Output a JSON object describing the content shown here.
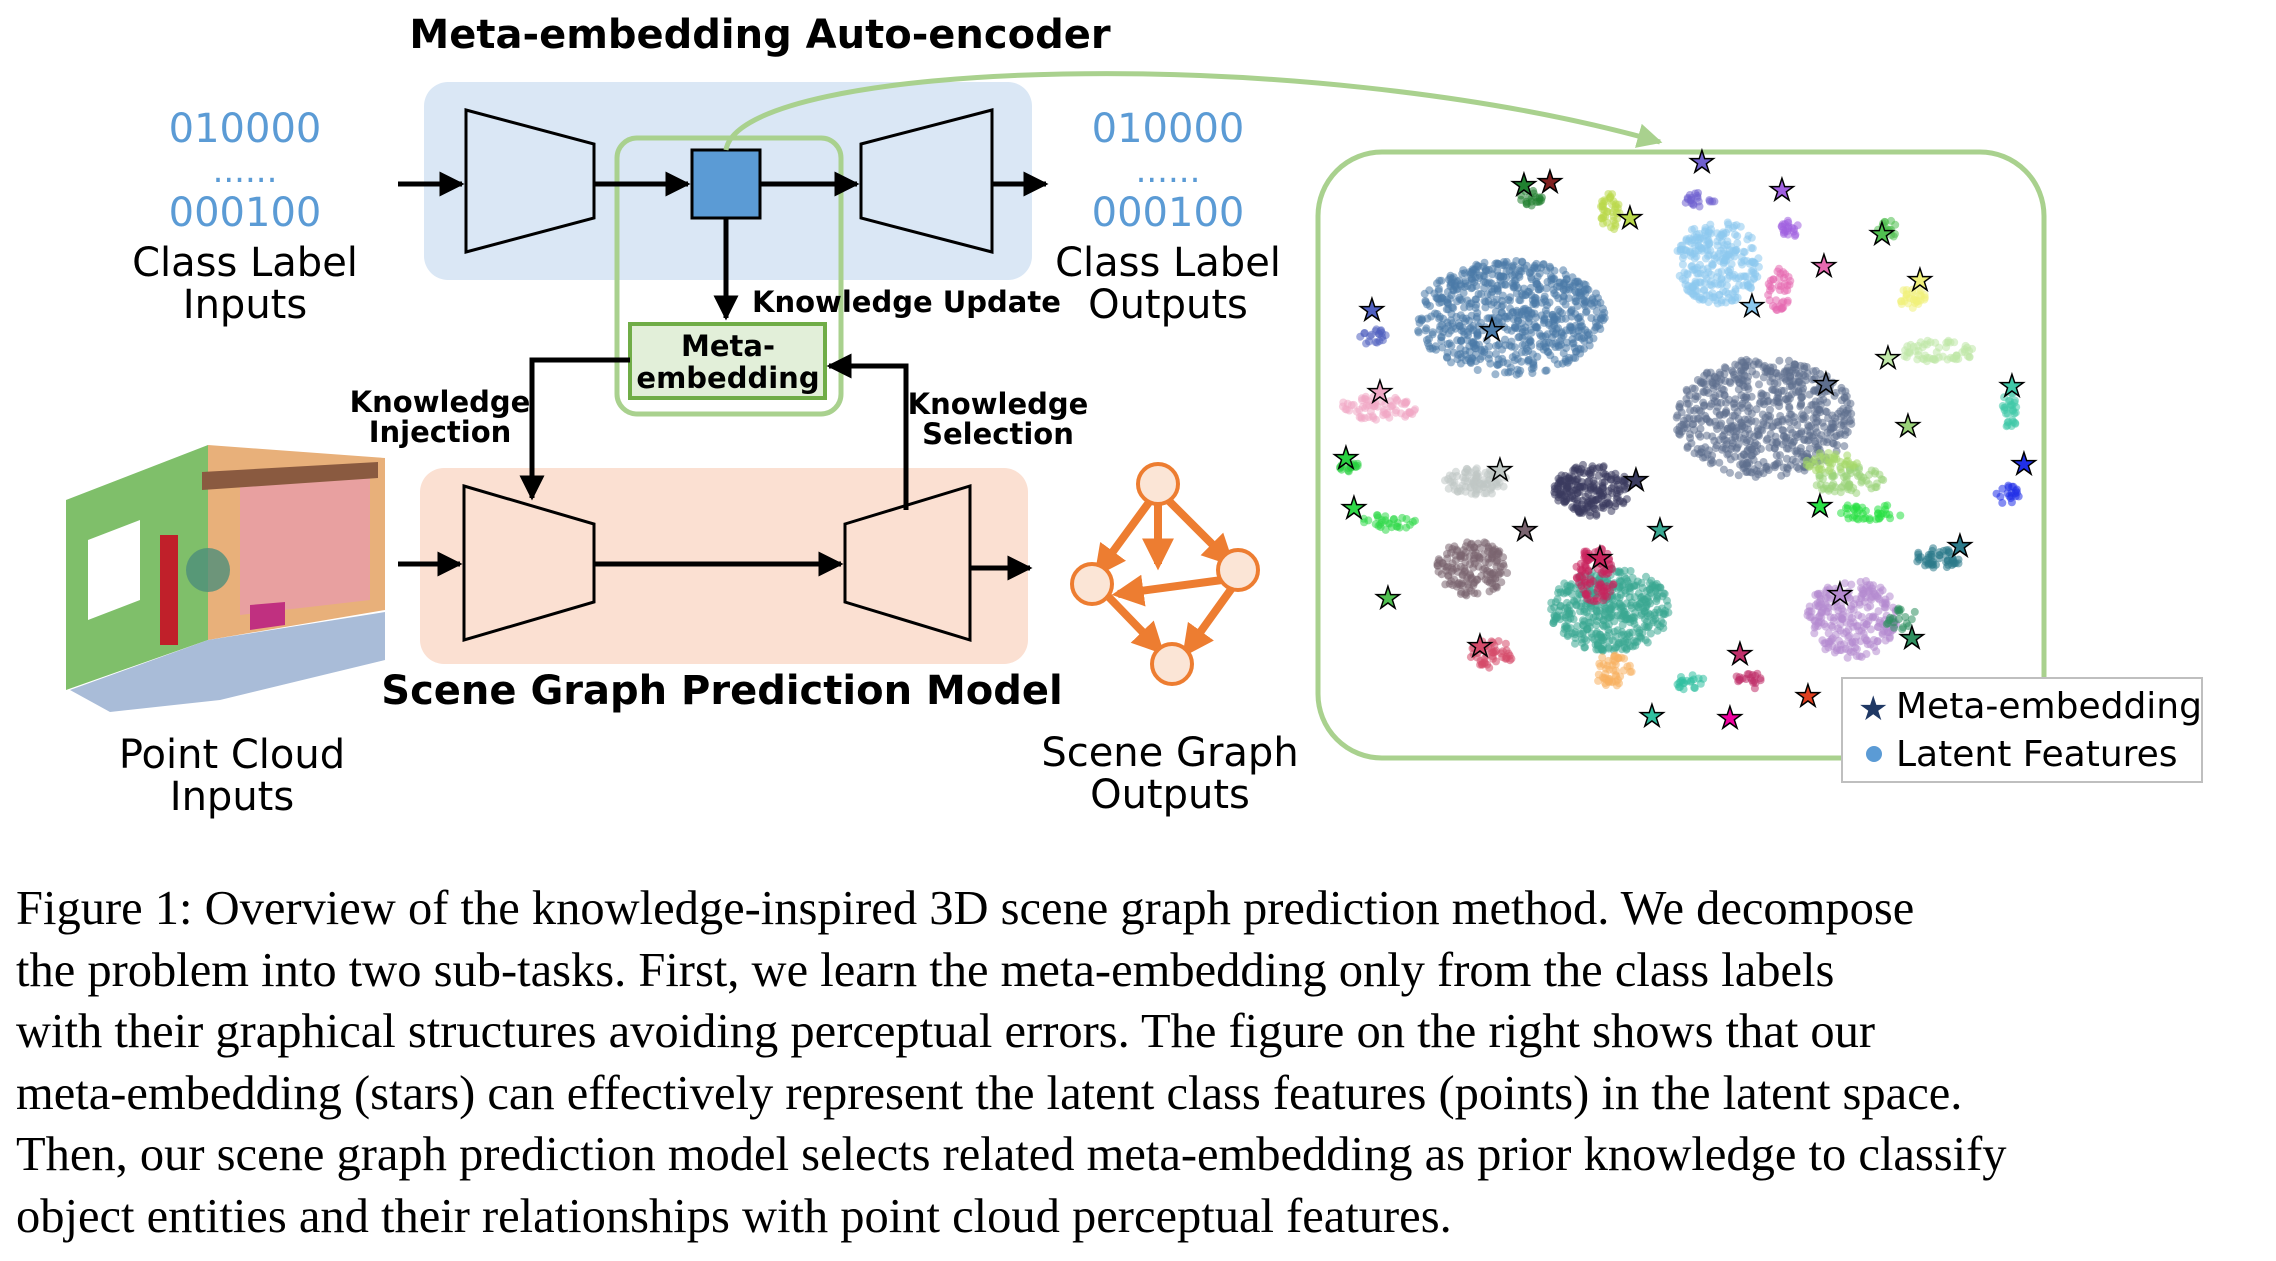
{
  "figure": {
    "title_top": "Meta-embedding Auto-encoder",
    "title_bottom": "Scene Graph Prediction Model",
    "input_codes": {
      "top": "010000",
      "dots": "......",
      "bottom": "000100"
    },
    "output_codes": {
      "top": "010000",
      "dots": "......",
      "bottom": "000100"
    },
    "class_label_inputs": [
      "Class Label",
      "Inputs"
    ],
    "class_label_outputs": [
      "Class Label",
      "Outputs"
    ],
    "knowledge_update": "Knowledge Update",
    "knowledge_injection": [
      "Knowledge",
      "Injection"
    ],
    "knowledge_selection": [
      "Knowledge",
      "Selection"
    ],
    "meta_embedding_box": [
      "Meta-",
      "embedding"
    ],
    "point_cloud_inputs": [
      "Point Cloud",
      "Inputs"
    ],
    "scene_graph_outputs": [
      "Scene Graph",
      "Outputs"
    ],
    "legend": {
      "stars": "Meta-embedding",
      "points": "Latent Features"
    },
    "colors": {
      "autoencoder_bg": "#dae7f5",
      "prediction_bg": "#fbe0d2",
      "green_line": "#a9d18e",
      "code_blue": "#5b9bd5",
      "graph_orange": "#ed7d31",
      "graph_node_fill": "#fbe5d6",
      "embedding_square": "#5b9bd5"
    }
  },
  "caption": [
    "Figure 1: Overview of the knowledge-inspired 3D scene graph prediction method. We decompose",
    "the problem into two sub-tasks.  First, we learn the meta-embedding only from the class labels",
    "with their graphical structures avoiding perceptual errors. The figure on the right shows that our",
    "meta-embedding (stars) can effectively represent the latent class features (points) in the latent space.",
    "Then, our scene graph prediction model selects related meta-embedding as prior knowledge to classify",
    "object entities and their relationships with point cloud perceptual features."
  ]
}
